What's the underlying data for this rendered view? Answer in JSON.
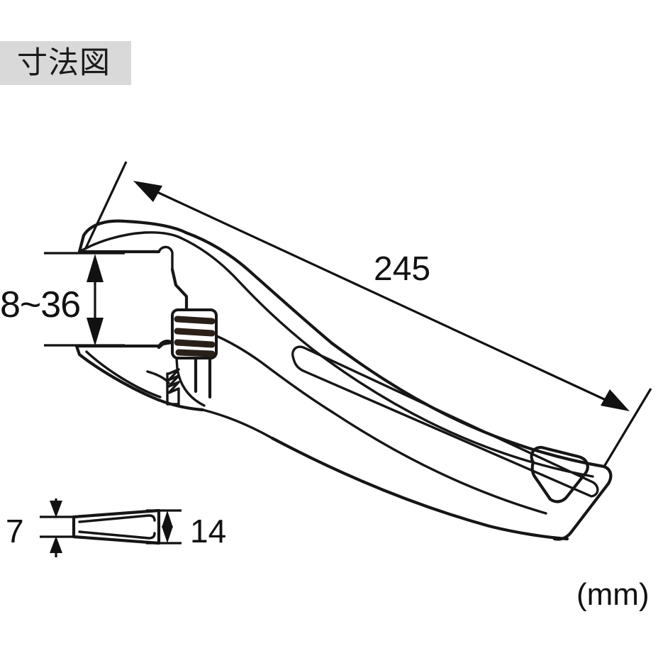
{
  "page": {
    "background_color": "#ffffff",
    "ink_color": "#161616"
  },
  "header": {
    "title": "寸法図",
    "background_color": "#d9d9d9"
  },
  "unit_note": "(mm)",
  "dimensions": {
    "jaw_opening": {
      "label": "8~36",
      "icon": "vertical-double-arrow-icon"
    },
    "overall_length": {
      "label": "245",
      "icon": "diagonal-double-arrow-icon"
    },
    "jaw_thickness": {
      "label": "7",
      "icon": "vertical-outward-arrow-icon"
    },
    "jaw_width": {
      "label": "14",
      "icon": "vertical-double-arrow-icon"
    }
  },
  "subject": {
    "name": "adjustable-wrench",
    "parts": [
      "fixed-jaw",
      "movable-jaw",
      "worm-gear-adjuster",
      "handle",
      "handle-groove",
      "hanging-hole",
      "jaw-profile-detail"
    ]
  }
}
